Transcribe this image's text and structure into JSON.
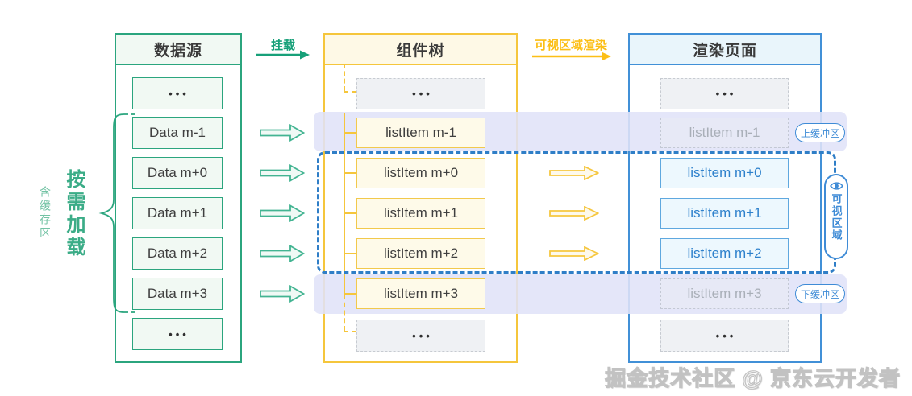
{
  "annotations": {
    "mount": "挂载",
    "viewport_render": "可视区域渲染",
    "on_demand_load": "按需加载",
    "with_cache_area": "含缓存区",
    "upper_buffer": "上缓冲区",
    "lower_buffer": "下缓冲区",
    "visible_area": "可视区域"
  },
  "columns": {
    "data_source": {
      "title": "数据源",
      "items": [
        "•••",
        "Data m-1",
        "Data m+0",
        "Data m+1",
        "Data m+2",
        "Data m+3",
        "•••"
      ]
    },
    "component_tree": {
      "title": "组件树",
      "items": [
        "•••",
        "listItem m-1",
        "listItem m+0",
        "listItem m+1",
        "listItem m+2",
        "listItem m+3",
        "•••"
      ]
    },
    "render_page": {
      "title": "渲染页面",
      "items": [
        "•••",
        "listItem m-1",
        "listItem m+0",
        "listItem m+1",
        "listItem m+2",
        "listItem m+3",
        "•••"
      ]
    }
  },
  "watermark": "掘金技术社区 @ 京东云开发者",
  "colors": {
    "green": "#2BA57E",
    "green_arrow": "#17A079",
    "yellow": "#F5C63C",
    "yellow_label": "#FCBF17",
    "blue": "#4190D7",
    "blue_item_text": "#2E81CC",
    "buffer_band": "#E2E5F7",
    "viewport_dash": "#2F7EC7",
    "gray_dashed": "#C7CBD1",
    "gray_text": "#A9AFB8"
  }
}
